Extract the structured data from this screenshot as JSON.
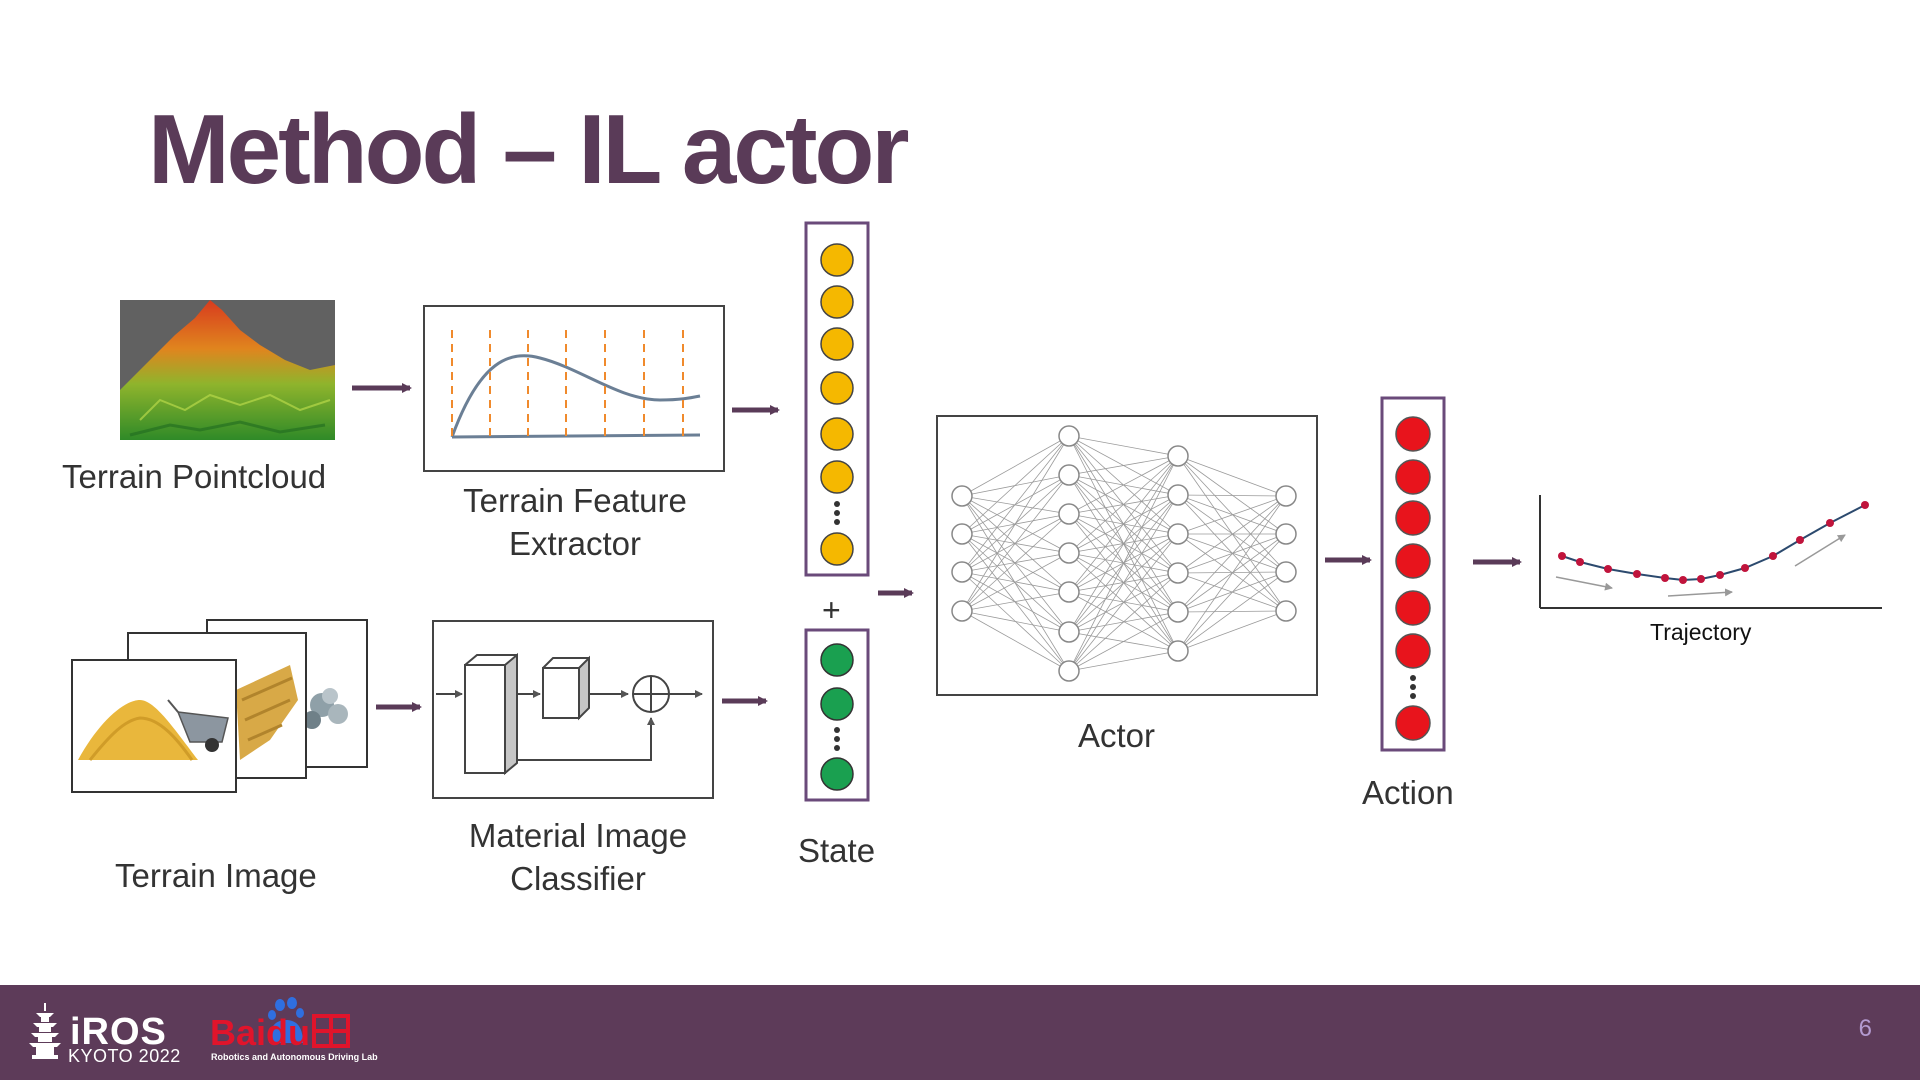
{
  "slide": {
    "title": "Method – IL actor",
    "page_number": "6"
  },
  "labels": {
    "terrain_pointcloud": "Terrain Pointcloud",
    "terrain_feature_extractor": "Terrain Feature\nExtractor",
    "terrain_image": "Terrain Image",
    "material_image_classifier": "Material Image\nClassifier",
    "state": "State",
    "plus": "+",
    "actor": "Actor",
    "action": "Action",
    "trajectory": "Trajectory"
  },
  "footer": {
    "iros_word": "iROS",
    "iros_sub": "KYOTO 2022",
    "baidu_word": "Baidu",
    "baidu_sub": "Robotics and Autonomous Driving Lab"
  },
  "colors": {
    "title": "#5a3b58",
    "footer_bg": "#5d3b59",
    "arrow": "#5a3b58",
    "terrain_node": "#f5b800",
    "material_node": "#1aa050",
    "action_node": "#e8141c",
    "vector_border": "#6a4a7a",
    "trajectory_point": "#c0143c"
  }
}
